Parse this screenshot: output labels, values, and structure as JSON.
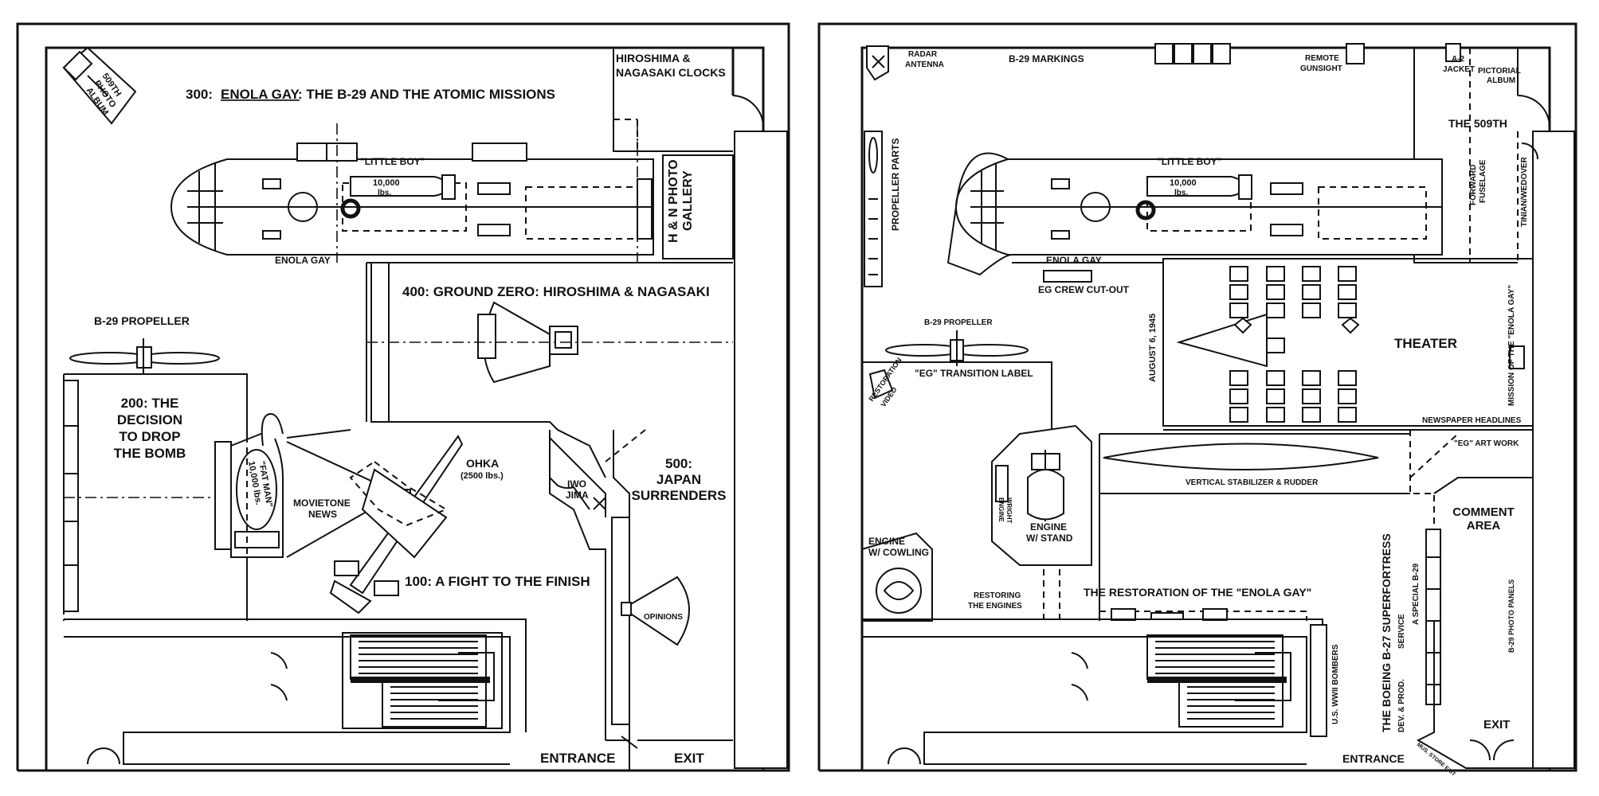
{
  "left_plan": {
    "gallery_300": "300:",
    "gallery_300_title_underlined": "ENOLA GAY",
    "gallery_300_title_rest": ": THE B-29 AND THE ATOMIC MISSIONS",
    "photo_album_509": [
      "509TH",
      "PHOTO",
      "ALBUM"
    ],
    "clocks": [
      "HIROSHIMA &",
      "NAGASAKI CLOCKS"
    ],
    "little_boy": "\"LITTLE BOY\"",
    "bomb_weight": [
      "10,000",
      "lbs."
    ],
    "enola_gay": "ENOLA GAY",
    "hn_gallery": [
      "H & N PHOTO",
      "GALLERY"
    ],
    "gallery_400": "400:  GROUND ZERO:  HIROSHIMA & NAGASAKI",
    "b29_propeller": "B-29 PROPELLER",
    "gallery_200": [
      "200: THE",
      "DECISION",
      "TO DROP",
      "THE BOMB"
    ],
    "fat_man": [
      "\"FAT MAN\"",
      "10,000 lbs."
    ],
    "movietone": [
      "MOVIETONE",
      "NEWS"
    ],
    "ohka": [
      "OHKA",
      "(2500 lbs.)"
    ],
    "iwo_jima": [
      "IWO",
      "JIMA"
    ],
    "gallery_500": [
      "500:",
      "JAPAN",
      "SURRENDERS"
    ],
    "gallery_100": "100:  A FIGHT TO THE FINISH",
    "opinions": "OPINIONS",
    "entrance": "ENTRANCE",
    "exit": "EXIT"
  },
  "right_plan": {
    "radar_antenna": [
      "RADAR",
      "ANTENNA"
    ],
    "b29_markings": "B-29 MARKINGS",
    "remote_gunsight": [
      "REMOTE",
      "GUNSIGHT"
    ],
    "a2_jacket": [
      "A-2",
      "JACKET"
    ],
    "pictorial_album": [
      "PICTORIAL",
      "ALBUM"
    ],
    "the_509th": "THE 509TH",
    "propeller_parts": "PROPELLER PARTS",
    "little_boy": "\"LITTLE BOY\"",
    "bomb_weight": [
      "10,000",
      "lbs."
    ],
    "forward_fuselage": [
      "FORWARD",
      "FUSELAGE"
    ],
    "tinian_wendover": "TINIAN/WEDOVER",
    "enola_gay": "ENOLA GAY",
    "eg_crew": "EG CREW CUT-OUT",
    "b29_propeller": "B-29 PROPELLER",
    "august_6": "AUGUST 6, 1945",
    "theater": "THEATER",
    "mission": "MISSION OF THE \"ENOLA GAY\"",
    "restoration_video": [
      "RESTORATION",
      "VIDEO"
    ],
    "eg_transition": "\"EG\" TRANSITION LABEL",
    "newspaper": "NEWSPAPER HEADLINES",
    "eg_artwork": "\"EG\" ART WORK",
    "vertical_stabilizer": "VERTICAL STABILIZER & RUDDER",
    "wright_engine": [
      "WRIGHT",
      "ENGINE"
    ],
    "engine_stand": [
      "ENGINE",
      "W/ STAND"
    ],
    "engine_cowling": [
      "ENGINE",
      "W/ COWLING"
    ],
    "comment_area": [
      "COMMENT",
      "AREA"
    ],
    "restoring_engines": [
      "RESTORING",
      "THE ENGINES"
    ],
    "restoration_title": "THE RESTORATION OF THE \"ENOLA GAY\"",
    "b27": "THE BOEING B-27 SUPERFORTRESS",
    "dev_prod": "DEV. & PROD.",
    "service": "SERVICE",
    "special_b29": "A SPECIAL B-29",
    "b29_photo_panels": "B-29 PHOTO PANELS",
    "us_wwii": "U.S. WWII BOMBERS",
    "exit": "EXIT",
    "entrance": "ENTRANCE",
    "museum_store": "MUS. STORE EXIT"
  }
}
